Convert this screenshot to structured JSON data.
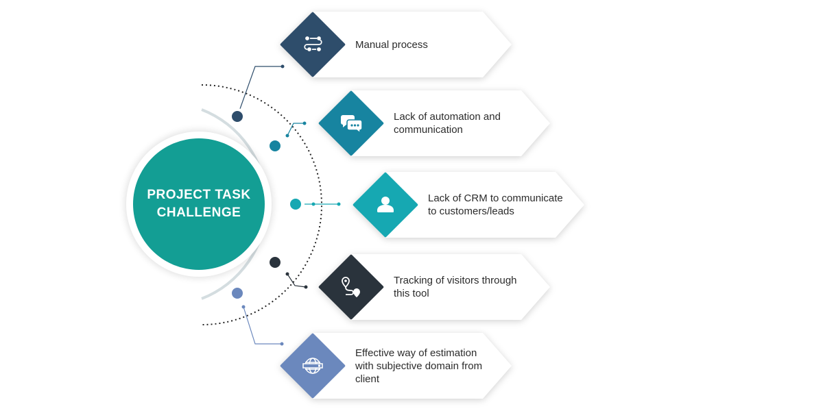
{
  "center": {
    "title": "PROJECT TASK\nCHALLENGE"
  },
  "items": [
    {
      "label": "Manual process",
      "color": "#2e4d6b",
      "icon": "route-steps-icon"
    },
    {
      "label": "Lack of automation and\ncommunication",
      "color": "#1784a0",
      "icon": "chat-bubbles-icon"
    },
    {
      "label": "Lack of CRM to communicate\nto customers/leads",
      "color": "#16a8b2",
      "icon": "user-icon"
    },
    {
      "label": "Tracking of visitors through\nthis tool",
      "color": "#2a333c",
      "icon": "location-path-icon"
    },
    {
      "label": "Effective way of estimation\nwith subjective domain from\nclient",
      "color": "#6b88bd",
      "icon": "globe-icon"
    }
  ]
}
